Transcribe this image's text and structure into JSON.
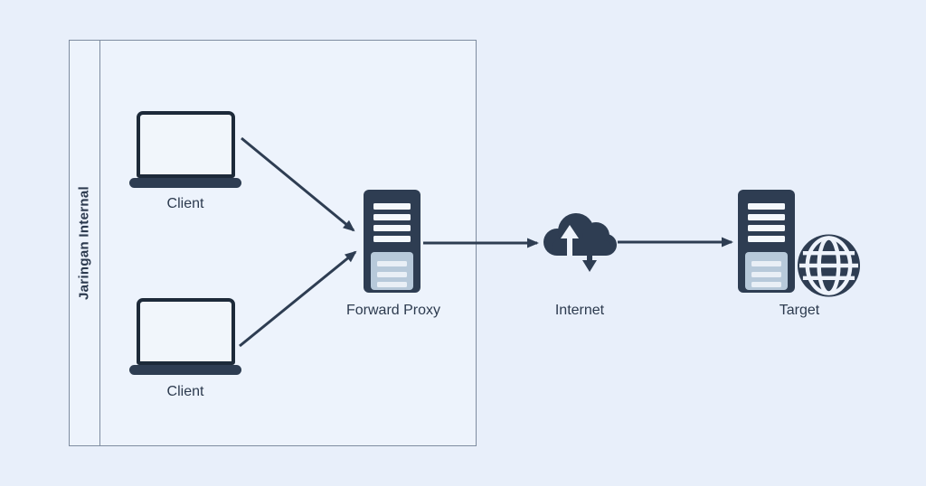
{
  "diagram": {
    "title_hint": "forward-proxy-network-diagram",
    "boundary_label": "Jaringan Internal",
    "nodes": {
      "client_top": {
        "label": "Client",
        "icon": "laptop-icon"
      },
      "client_bottom": {
        "label": "Client",
        "icon": "laptop-icon"
      },
      "forward_proxy": {
        "label": "Forward Proxy",
        "icon": "server-icon"
      },
      "internet": {
        "label": "Internet",
        "icon": "cloud-transfer-icon"
      },
      "target": {
        "label": "Target",
        "icon": "server-globe-icon"
      }
    },
    "edges": [
      {
        "from": "client_top",
        "to": "forward_proxy"
      },
      {
        "from": "client_bottom",
        "to": "forward_proxy"
      },
      {
        "from": "forward_proxy",
        "to": "internet"
      },
      {
        "from": "internet",
        "to": "target"
      }
    ],
    "colors": {
      "background": "#e8effa",
      "boundary_fill": "#edf3fc",
      "boundary_border": "#7e8ca0",
      "dark_accent": "#2e3d52",
      "laptop_border": "#1d2a39",
      "panel_light": "#b7c9da",
      "panel_bars": "#e9eff6",
      "screen_fill": "#f1f6fb",
      "text": "#2c3a4e"
    }
  }
}
